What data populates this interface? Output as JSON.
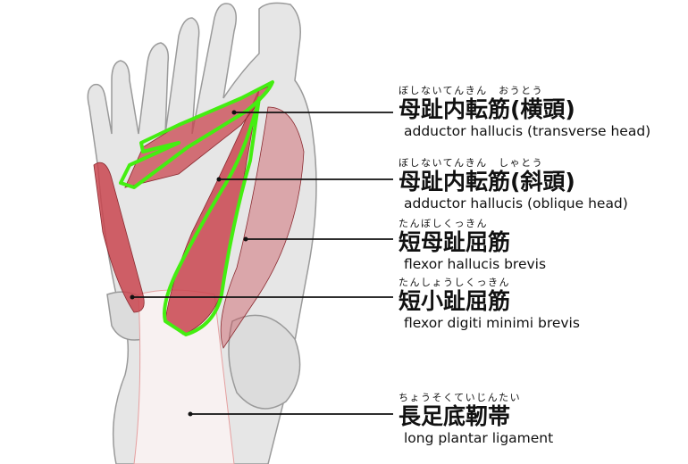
{
  "labels": [
    {
      "furigana": "ぼしないてんきん　おうとう",
      "kanji": "母趾内転筋(横頭)",
      "english": "adductor hallucis (transverse head)"
    },
    {
      "furigana": "ぼしないてんきん　しゃとう",
      "kanji": "母趾内転筋(斜頭)",
      "english": "adductor hallucis (oblique head)"
    },
    {
      "furigana": "たんぼしくっきん",
      "kanji": "短母趾屈筋",
      "english": "flexor hallucis brevis"
    },
    {
      "furigana": "たんしょうしくっきん",
      "kanji": "短小趾屈筋",
      "english": "flexor digiti minimi brevis"
    },
    {
      "furigana": "ちょうそくていじんたい",
      "kanji": "長足底靭帯",
      "english": "long plantar ligament"
    }
  ],
  "colors": {
    "highlight": "#44ee11",
    "muscle": "#c9454f",
    "bone": "#e4e4e4",
    "bone_outline": "#9a9a9a"
  }
}
